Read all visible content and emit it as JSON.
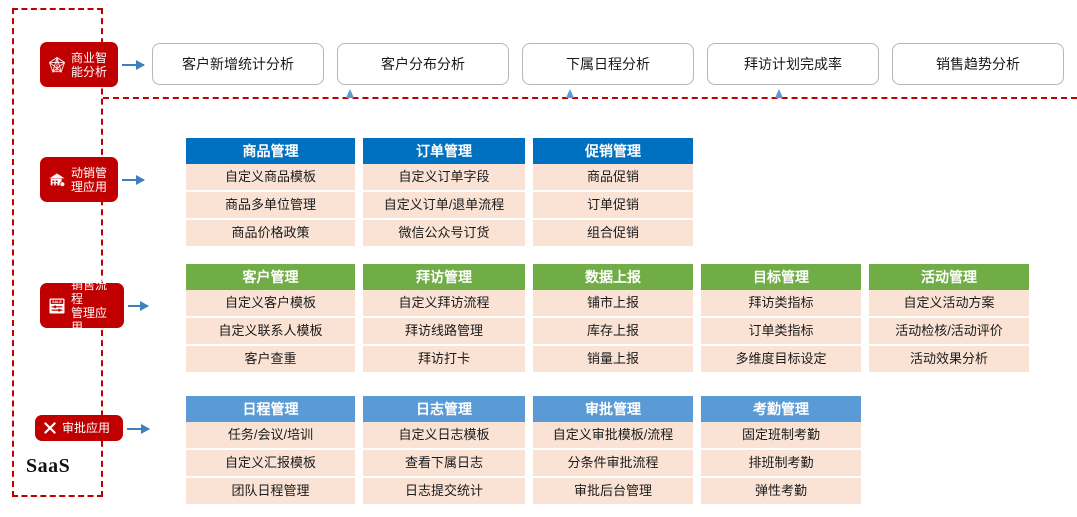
{
  "diagram": {
    "container_label": "SaaS",
    "accent_red": "#C00000",
    "accent_blue_dark": "#0070C0",
    "accent_blue_light": "#5B9BD5",
    "accent_green": "#70AD47",
    "cell_bg": "#FAE3D5"
  },
  "categories": [
    {
      "label": "商业智\n能分析",
      "icon": "network-graph-icon"
    },
    {
      "label": "动销管\n理应用",
      "icon": "store-building-icon"
    },
    {
      "label": "销售流程\n管理应用",
      "icon": "sale-tag-icon"
    },
    {
      "label": "审批应用",
      "icon": "cross-mark-icon"
    }
  ],
  "bi_buttons": [
    {
      "label": "客户新增统计分析"
    },
    {
      "label": "客户分布分析"
    },
    {
      "label": "下属日程分析"
    },
    {
      "label": "拜访计划完成率"
    },
    {
      "label": "销售趋势分析"
    }
  ],
  "rows": [
    {
      "name": "动销管理应用",
      "head_color": "blue-dark",
      "cards": [
        {
          "title": "商品管理",
          "items": [
            "自定义商品模板",
            "商品多单位管理",
            "商品价格政策"
          ]
        },
        {
          "title": "订单管理",
          "items": [
            "自定义订单字段",
            "自定义订单/退单流程",
            "微信公众号订货"
          ]
        },
        {
          "title": "促销管理",
          "items": [
            "商品促销",
            "订单促销",
            "组合促销"
          ]
        }
      ]
    },
    {
      "name": "销售流程管理应用",
      "head_color": "green",
      "cards": [
        {
          "title": "客户管理",
          "items": [
            "自定义客户模板",
            "自定义联系人模板",
            "客户查重"
          ]
        },
        {
          "title": "拜访管理",
          "items": [
            "自定义拜访流程",
            "拜访线路管理",
            "拜访打卡"
          ]
        },
        {
          "title": "数据上报",
          "items": [
            "铺市上报",
            "库存上报",
            "销量上报"
          ]
        },
        {
          "title": "目标管理",
          "items": [
            "拜访类指标",
            "订单类指标",
            "多维度目标设定"
          ]
        },
        {
          "title": "活动管理",
          "items": [
            "自定义活动方案",
            "活动检核/活动评价",
            "活动效果分析"
          ]
        }
      ]
    },
    {
      "name": "审批应用",
      "head_color": "blue-light",
      "cards": [
        {
          "title": "日程管理",
          "items": [
            "任务/会议/培训",
            "自定义汇报模板",
            "团队日程管理"
          ]
        },
        {
          "title": "日志管理",
          "items": [
            "自定义日志模板",
            "查看下属日志",
            "日志提交统计"
          ]
        },
        {
          "title": "审批管理",
          "items": [
            "自定义审批模板/流程",
            "分条件审批流程",
            "审批后台管理"
          ]
        },
        {
          "title": "考勤管理",
          "items": [
            "固定班制考勤",
            "排班制考勤",
            "弹性考勤"
          ]
        }
      ]
    }
  ]
}
